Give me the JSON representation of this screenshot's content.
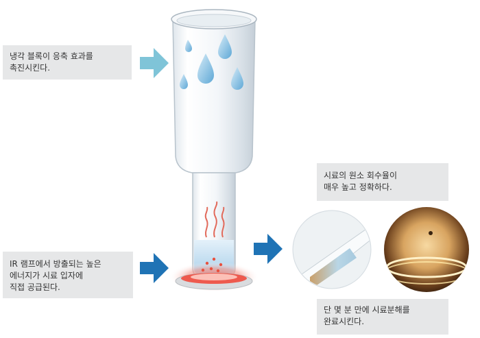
{
  "captions": {
    "cooling": {
      "line1": "냉각 블록이 응축 효과를",
      "line2": "촉진시킨다."
    },
    "recovery": {
      "line1": "시료의 원소 회수율이",
      "line2": "매우 높고 정확하다."
    },
    "ir_lamp": {
      "line1": "IR 램프에서 방출되는 높은",
      "line2": "에너지가 시료 입자에",
      "line3": "직접 공급된다."
    },
    "complete": {
      "line1": "단 몇 분 만에 시료분해를",
      "line2": "완료시킨다."
    }
  },
  "colors": {
    "caption_bg": "#e6e7e8",
    "arrow_light": "#7fc4d8",
    "arrow_dark": "#1f73b5",
    "heat_red": "#e8403a",
    "liquid_blue": "#bcd9ee"
  }
}
